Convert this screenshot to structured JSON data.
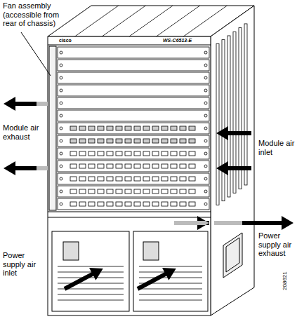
{
  "diagram": {
    "labels": [
      "Fan assembly (accessible from rear of chassis)",
      "cisco",
      "WS-C6513-E",
      "Module air exhaust",
      "Module air inlet",
      "Power supply air inlet",
      "Power supply air exhaust",
      "208621"
    ]
  }
}
